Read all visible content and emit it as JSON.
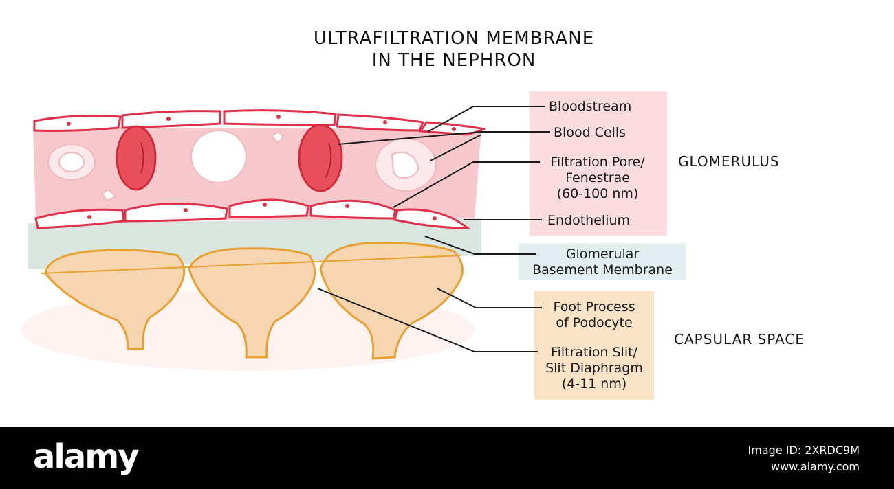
{
  "title": {
    "line1": "ULTRAFILTRATION MEMBRANE",
    "line2": "IN THE NEPHRON"
  },
  "labels": {
    "bloodstream": "Bloodstream",
    "blood_cells": "Blood Cells",
    "filtration_pore_1": "Filtration Pore/",
    "filtration_pore_2": "Fenestrae",
    "filtration_pore_3": "(60-100 nm)",
    "endothelium": "Endothelium",
    "gbm_1": "Glomerular",
    "gbm_2": "Basement Membrane",
    "foot_process_1": "Foot Process",
    "foot_process_2": "of Podocyte",
    "slit_1": "Filtration Slit/",
    "slit_2": "Slit Diaphragm",
    "slit_3": "(4-11 nm)"
  },
  "regions": {
    "glomerulus": "GLOMERULUS",
    "capsular_space": "CAPSULAR SPACE"
  },
  "watermark": {
    "brand": "alamy",
    "image_id": "Image ID: 2XRDC9M",
    "site": "www.alamy.com"
  },
  "colors": {
    "vessel_fill": "#f7c9cc",
    "endothelium_stroke": "#e0304a",
    "red_cell": "#e8505e",
    "basement": "#d8e6df",
    "podocyte_fill": "#f6d6b0",
    "podocyte_stroke": "#e8a030",
    "glomerulus_box": "#fbdde0",
    "gbm_box": "#e2eef0",
    "capsular_box": "#fbe3c8"
  }
}
